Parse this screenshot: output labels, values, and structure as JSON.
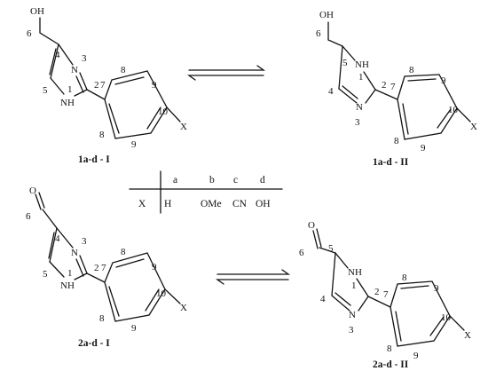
{
  "atoms": {
    "oxygen_h": "OH",
    "oxygen": "O",
    "imine_n": "N",
    "amine_n": "NH",
    "substituent": "X"
  },
  "compounds": [
    {
      "label": "1a-d - I",
      "numbers": [
        "6",
        "4",
        "3",
        "5",
        "2",
        "1",
        "7",
        "8",
        "9",
        "10",
        "8",
        "9"
      ]
    },
    {
      "label": "1a-d - II",
      "numbers": [
        "6",
        "5",
        "1",
        "2",
        "4",
        "3",
        "7",
        "8",
        "9",
        "10",
        "8",
        "9"
      ]
    },
    {
      "label": "2a-d - I",
      "numbers": [
        "6",
        "4",
        "3",
        "5",
        "2",
        "1",
        "7",
        "8",
        "9",
        "10",
        "8",
        "9"
      ]
    },
    {
      "label": "2a-d - II",
      "numbers": [
        "6",
        "5",
        "1",
        "2",
        "4",
        "3",
        "7",
        "8",
        "9",
        "10",
        "8",
        "9"
      ]
    }
  ],
  "substituent_table": {
    "header": [
      "a",
      "b",
      "c",
      "d"
    ],
    "row_label": "X",
    "values": [
      "H",
      "OMe",
      "CN",
      "OH"
    ]
  }
}
